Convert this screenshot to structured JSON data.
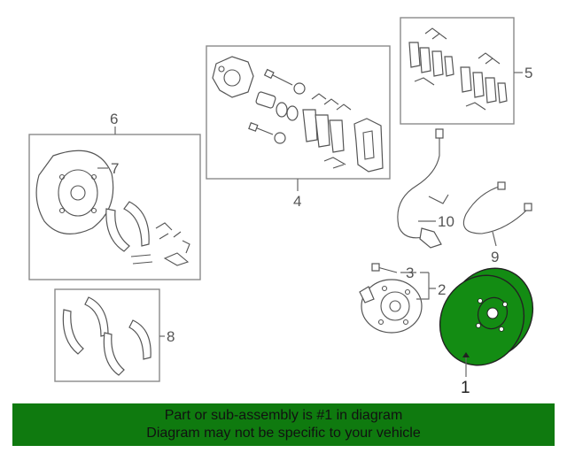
{
  "callouts": [
    "1",
    "2",
    "3",
    "4",
    "5",
    "6",
    "7",
    "8",
    "9",
    "10"
  ],
  "colors": {
    "highlight": "#138c13",
    "banner": "#0f7a0f",
    "line": "#555555",
    "panel": "#8a8a8a"
  },
  "banner": {
    "line1": "Part or sub-assembly is #1 in diagram",
    "line2": "Diagram may not be specific to your vehicle"
  }
}
